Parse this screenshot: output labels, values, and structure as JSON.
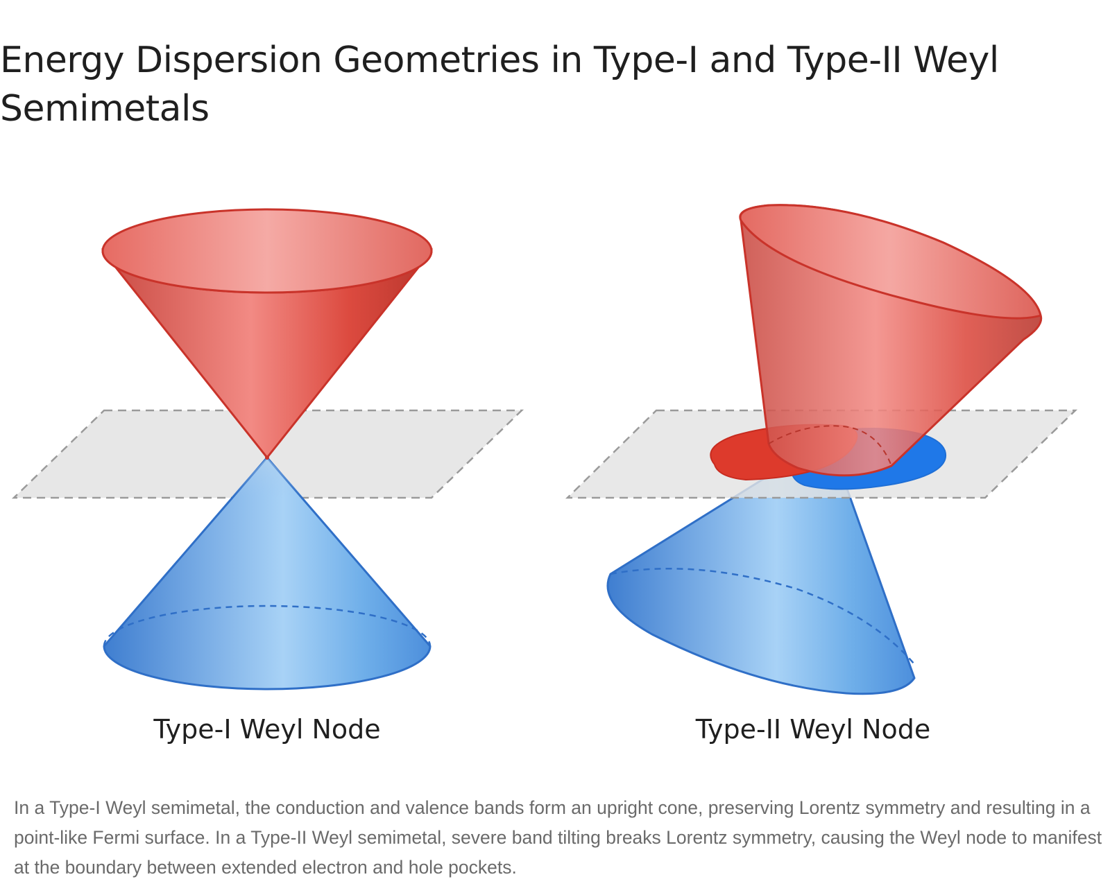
{
  "title": "Energy Dispersion Geometries in Type-I and Type-II Weyl Semimetals",
  "panels": [
    {
      "label": "Type-I Weyl Node"
    },
    {
      "label": "Type-II Weyl Node"
    }
  ],
  "colors": {
    "conduction_band": "#e4574c",
    "valence_band": "#4a8ee0",
    "electron_pocket": "#dd3a2c",
    "hole_pocket": "#1f78e8",
    "fermi_plane": "#e2e2e2"
  },
  "caption": "In a Type-I Weyl semimetal, the conduction and valence bands form an upright cone, preserving Lorentz symmetry and resulting in a point-like Fermi surface. In a Type-II Weyl semimetal, severe band tilting breaks Lorentz symmetry, causing the Weyl node to manifest at the boundary between extended electron and hole pockets."
}
